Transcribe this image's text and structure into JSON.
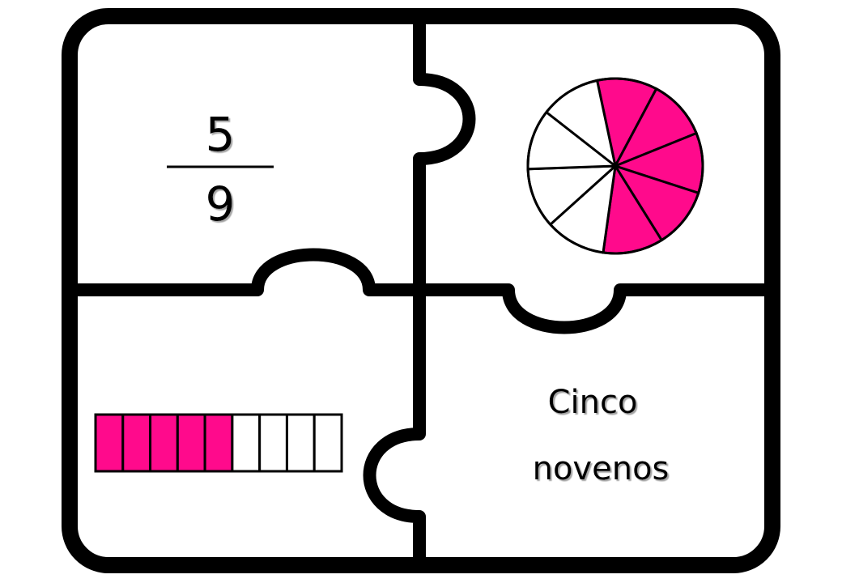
{
  "puzzle": {
    "pieces": {
      "fraction": {
        "numerator": "5",
        "denominator": "9"
      },
      "pie": {
        "total_slices": 9,
        "filled_slices": 5
      },
      "bar": {
        "total_cells": 9,
        "filled_cells": 5
      },
      "words": {
        "line1": "Cinco",
        "line2": "novenos"
      }
    },
    "colors": {
      "fill": "#ff0a8c",
      "outline": "#000000",
      "background": "#ffffff"
    }
  }
}
